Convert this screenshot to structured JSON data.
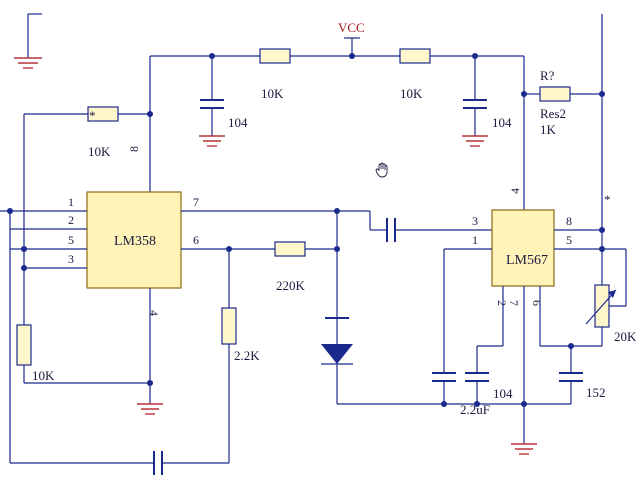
{
  "ics": {
    "u1": {
      "name": "LM358",
      "pins": [
        "1",
        "2",
        "5",
        "3",
        "7",
        "6",
        "8",
        "4"
      ]
    },
    "u2": {
      "name": "LM567",
      "pins": [
        "3",
        "1",
        "8",
        "5",
        "4",
        "2",
        "7",
        "6"
      ]
    }
  },
  "power": {
    "vcc": "VCC"
  },
  "components": {
    "r_top_left": "10K",
    "r_top_right": "10K",
    "c_top_left": "104",
    "c_top_right": "104",
    "r_feedback": "10K",
    "r_feedback_mark": "*",
    "r_bottom_left": "10K",
    "r_220k": "220K",
    "r_2k2": "2.2K",
    "r_out_ref": "R?",
    "r_out_name": "Res2",
    "r_out_value": "1K",
    "pot": "20K",
    "pot_mark": "*",
    "c_22uf": "2.2uF",
    "c_104": "104",
    "c_152": "152"
  },
  "colors": {
    "wire": "#1a2a8c",
    "ic_fill": "#fff3b8",
    "ground": "#b8323a",
    "vcc_label": "#a01818"
  }
}
